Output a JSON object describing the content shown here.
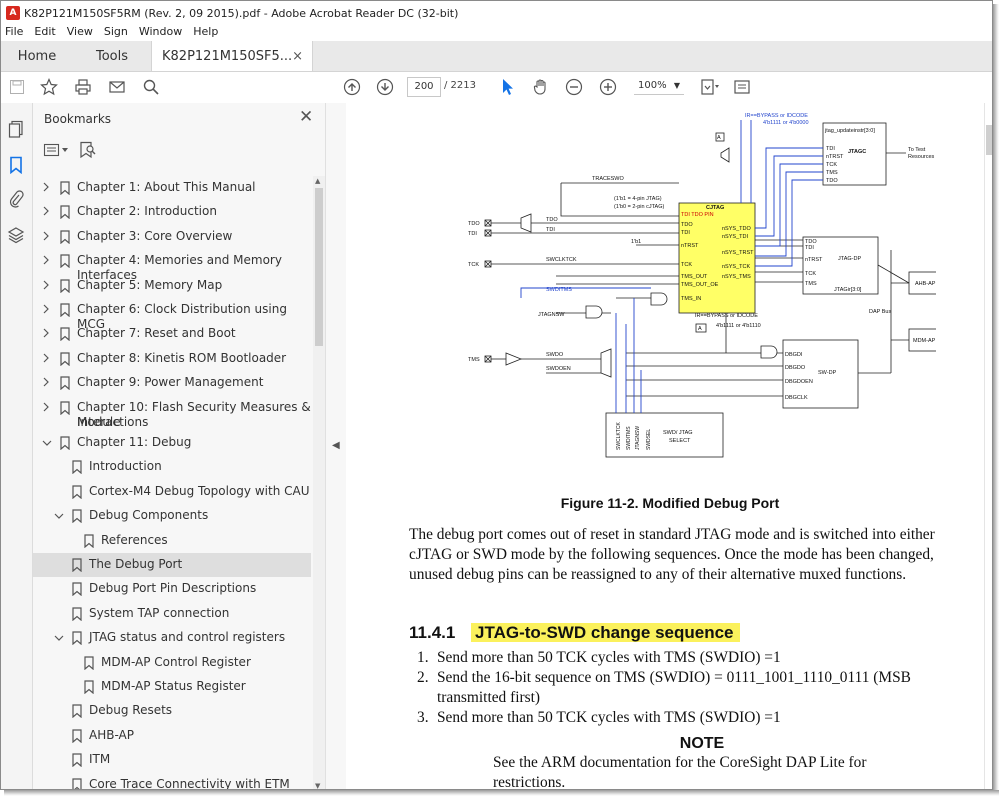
{
  "window": {
    "title": "K82P121M150SF5RM (Rev. 2, 09 2015).pdf - Adobe Acrobat Reader DC (32-bit)",
    "menu": [
      "File",
      "Edit",
      "View",
      "Sign",
      "Window",
      "Help"
    ]
  },
  "tabs": {
    "home": "Home",
    "tools": "Tools",
    "doc": "K82P121M150SF5...",
    "close": "×"
  },
  "toolbar": {
    "page_current": "200",
    "page_total": "/ 2213",
    "zoom": "100%"
  },
  "bookmarks": {
    "title": "Bookmarks",
    "items": [
      {
        "label": "Chapter 1: About This Manual"
      },
      {
        "label": "Chapter 2: Introduction"
      },
      {
        "label": "Chapter 3: Core Overview"
      },
      {
        "label": "Chapter 4: Memories and Memory Interfaces"
      },
      {
        "label": "Chapter 5: Memory Map"
      },
      {
        "label": "Chapter 6: Clock Distribution using MCG"
      },
      {
        "label": "Chapter 7: Reset and Boot"
      },
      {
        "label": "Chapter 8: Kinetis ROM Bootloader"
      },
      {
        "label": "Chapter 9: Power Management"
      },
      {
        "label": "Chapter 10: Flash Security Measures & Module",
        "label2": "Interactions"
      },
      {
        "label": "Chapter 11: Debug"
      },
      {
        "label": "Introduction"
      },
      {
        "label": "Cortex-M4 Debug Topology with CAU"
      },
      {
        "label": "Debug Components"
      },
      {
        "label": "References"
      },
      {
        "label": "The Debug Port"
      },
      {
        "label": "Debug Port Pin Descriptions"
      },
      {
        "label": "System TAP connection"
      },
      {
        "label": "JTAG status and control registers"
      },
      {
        "label": "MDM-AP Control Register"
      },
      {
        "label": "MDM-AP Status Register"
      },
      {
        "label": "Debug Resets"
      },
      {
        "label": "AHB-AP"
      },
      {
        "label": "ITM"
      },
      {
        "label": "Core Trace Connectivity with ETM"
      }
    ]
  },
  "document": {
    "figure": {
      "caption": "Figure 11-2. Modified Debug Port",
      "labels": {
        "traceswo": "TRACESWO",
        "tdo": "TDO",
        "tdi": "TDI",
        "tck": "TCK",
        "tms": "TMS",
        "tdo_line": "TDO",
        "tdi_line": "TDI",
        "swclktck": "SWCLKTCK",
        "swditms": "SWDITMS",
        "jtagnsw": "JTAGNSW",
        "swdo": "SWDO",
        "swdoen": "SWDOEN",
        "cjtag": "CJTAG",
        "cjtag_pin": "TDI TDO PIN",
        "cjtag_tdo": "TDO",
        "cjtag_tdi": "TDI",
        "ntrst": "nTRST",
        "tck_in": "TCK",
        "tms_out": "TMS_OUT",
        "tms_out_oe": "TMS_OUT_OE",
        "tms_in": "TMS_IN",
        "nsys_tdo": "nSYS_TDO",
        "nsys_tdi": "nSYS_TDI",
        "nsys_trst": "nSYS_TRST",
        "nsys_tck": "nSYS_TCK",
        "nsys_tms": "nSYS_TMS",
        "mode4": "(1'b1 = 4-pin JTAG)",
        "mode2": "(1'b0 = 2-pin cJTAG)",
        "one_b1": "1'b1",
        "ir_top": "IR==BYPASS or IDCODE",
        "ir_top_val": "4'b1111 or 4'b0000",
        "ir_mid": "IR==BYPASS or IDCODE",
        "ir_mid_val": "4'b1111 or 4'b1110",
        "mux_a": "A",
        "mux_a2": "A",
        "jtagc": "JTAGC",
        "jtag_update": "jtag_updateinstr[3:0]",
        "jtagc_tdi": "TDI",
        "jtagc_ntrst": "nTRST",
        "jtagc_tck": "TCK",
        "jtagc_tms": "TMS",
        "jtagc_tdo": "TDO",
        "to_test": "To Test",
        "resources": "Resources",
        "jtagdp": "JTAG-DP",
        "jdp_tdo": "TDO",
        "jdp_tdi": "TDI",
        "jdp_ntrst": "nTRST",
        "jdp_tck": "TCK",
        "jdp_tms": "TMS",
        "jtagir": "JTAGir[3:0]",
        "dapbus": "DAP Bus",
        "ahbap": "AHB-AP",
        "mdmap": "MDM-AP",
        "swdp": "SW-DP",
        "dbgdi": "DBGDI",
        "dbgdo": "DBGDO",
        "dbgdoen": "DBGDOEN",
        "dbgclk": "DBGCLK",
        "sel_swclktck": "SWCLKTCK",
        "sel_swditms": "SWDITMS",
        "sel_jtagnsw": "JTAGNSW",
        "sel_swdsel": "SWDSEL",
        "swd_jtag": "SWD/ JTAG",
        "select": "SELECT"
      }
    },
    "paragraph": "The debug port comes out of reset in standard JTAG mode and is switched into either cJTAG or SWD mode by the following sequences. Once the mode has been changed, unused debug pins can be reassigned to any of their alternative muxed functions.",
    "section": {
      "number": "11.4.1",
      "title": "JTAG-to-SWD change sequence"
    },
    "steps": [
      {
        "n": "1.",
        "text": "Send more than 50 TCK cycles with TMS (SWDIO) =1"
      },
      {
        "n": "2.",
        "text": "Send the 16-bit sequence on TMS (SWDIO) = 0111_1001_1110_0111 (MSB transmitted first)"
      },
      {
        "n": "3.",
        "text": "Send more than 50 TCK cycles with TMS (SWDIO) =1"
      }
    ],
    "note_title": "NOTE",
    "note_text": "See the ARM documentation for the CoreSight DAP Lite for restrictions."
  },
  "colors": {
    "accent_blue": "#1473e6",
    "highlight": "#fbf15c",
    "cjtag_fill": "#ffff66",
    "wire_blue": "#2244cc"
  }
}
